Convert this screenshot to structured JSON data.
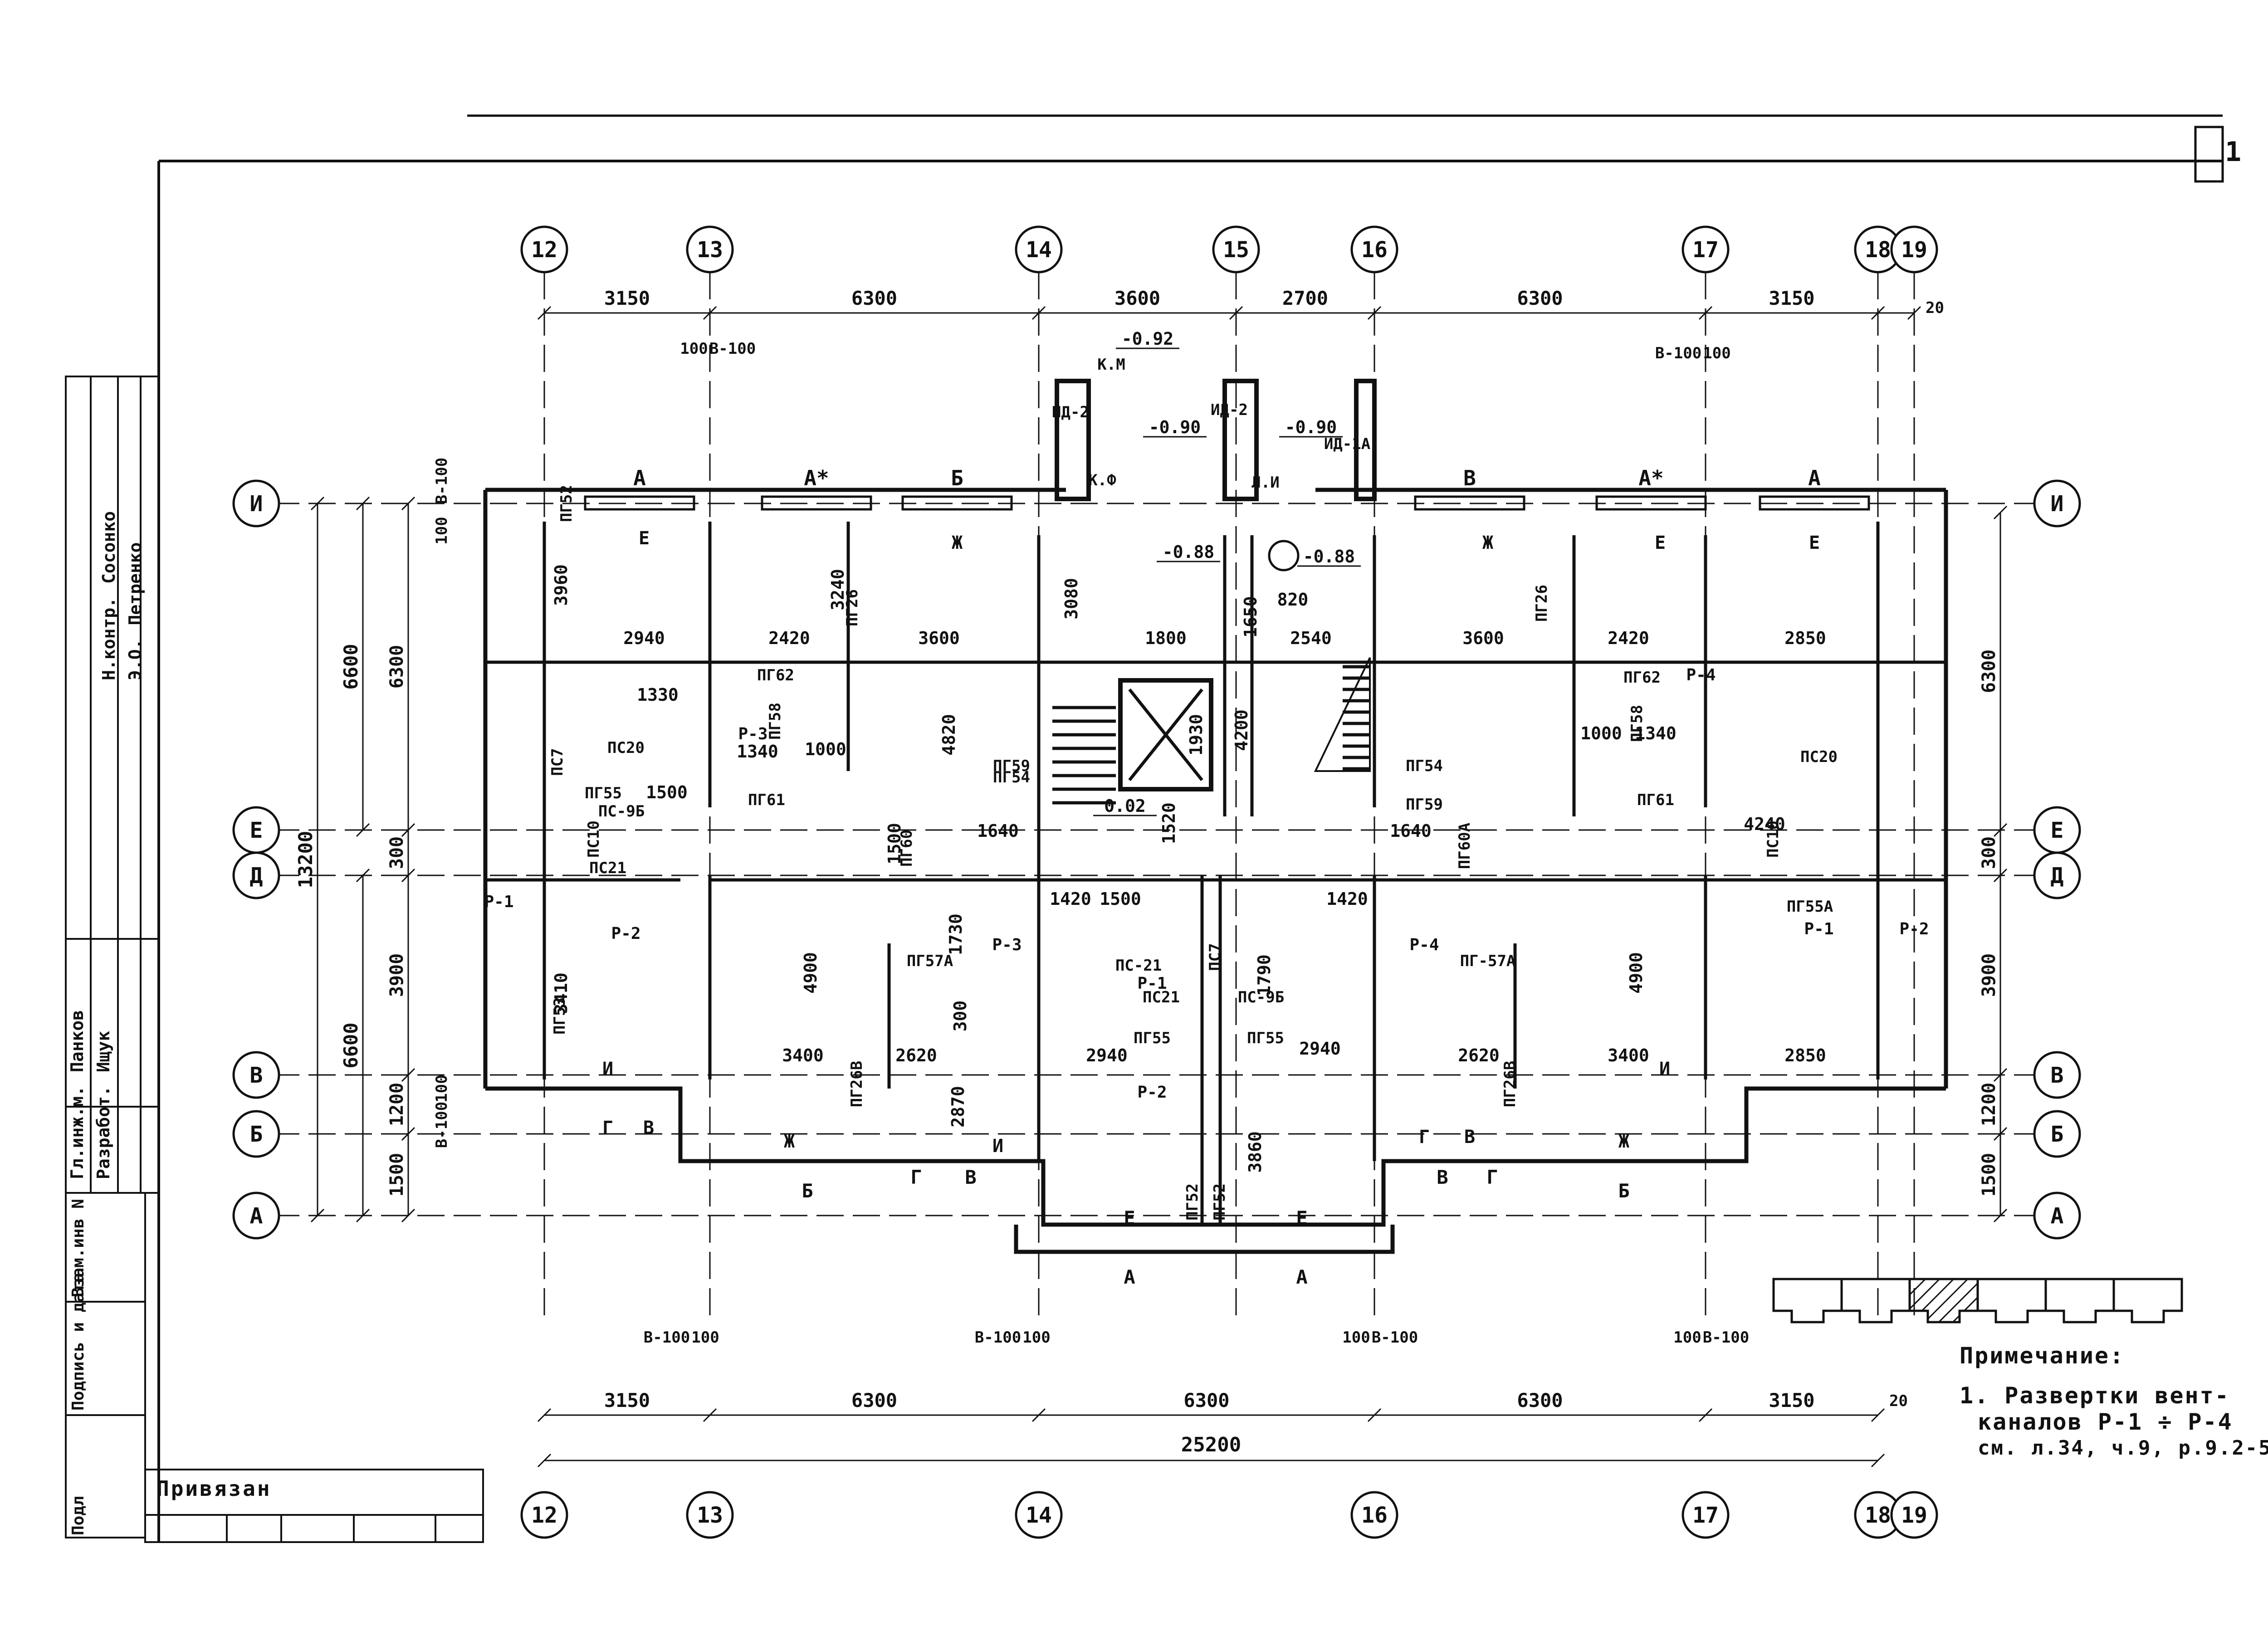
{
  "axes_top": [
    "12",
    "13",
    "14",
    "15",
    "16",
    "17",
    "18",
    "19"
  ],
  "axes_bottom": [
    "12",
    "13",
    "14",
    "16",
    "17",
    "18",
    "19"
  ],
  "axes_left": [
    "И",
    "Е",
    "Д",
    "В",
    "Б",
    "А"
  ],
  "axes_right": [
    "И",
    "Е",
    "Д",
    "В",
    "Б",
    "А"
  ],
  "top_dims": [
    "3150",
    "6300",
    "3600",
    "2700",
    "6300",
    "3150",
    "20"
  ],
  "bottom_dims": [
    "3150",
    "6300",
    "6300",
    "6300",
    "3150",
    "20"
  ],
  "overall_dim": "25200",
  "left_dims": {
    "outer": "13200",
    "upper": "6600",
    "lower": "6600",
    "mid_top": "6300",
    "mid_e": "300",
    "mid_low": "3900",
    "b_band": "1200",
    "a_band": "1500",
    "small_top": "100",
    "small_bottom": "100",
    "v100_top": "В-100",
    "v100_bottom": "В-100"
  },
  "right_dims": [
    "6300",
    "300",
    "3900",
    "1200",
    "1500"
  ],
  "offset_notes": {
    "top_left": [
      "100",
      "В-100"
    ],
    "top_right": [
      "В-100",
      "100"
    ],
    "bot_1": [
      "В-100",
      "100"
    ],
    "bot_2": [
      "В-100",
      "100"
    ],
    "bot_3": [
      "100",
      "В-100"
    ],
    "bot_4": [
      "100",
      "В-100"
    ]
  },
  "level_marks": [
    "-0.92",
    "-0.90",
    "-0.90",
    "-0.88",
    "-0.88",
    "0.02"
  ],
  "windows_top": [
    "А",
    "А*",
    "Б",
    "В",
    "А*",
    "А"
  ],
  "windows_bottom": [
    "Б",
    "Г",
    "В",
    "Е",
    "Е",
    "А",
    "А",
    "В",
    "Г",
    "Б"
  ],
  "room_labels": [
    "Е",
    "Ж",
    "Ж",
    "Е",
    "Е",
    "И",
    "Ж",
    "И",
    "Ж",
    "И",
    "Г",
    "В",
    "Г",
    "В"
  ],
  "panel_labels": [
    "ПГ52",
    "ПГ26",
    "ПГ26",
    "ПГ59",
    "ПГ54",
    "ПГ54",
    "ПГ59",
    "ПГ62",
    "ПГ62",
    "ПГ58",
    "ПГ58",
    "ПГ61",
    "ПГ61",
    "ПГ55",
    "ПГ55А",
    "ПГ57А",
    "ПГ-57А",
    "ПГ53",
    "ПГ26В",
    "ПГ26В",
    "ПГ55",
    "ПГ55",
    "ПГ52",
    "ПГ52",
    "ПС7",
    "ПС7",
    "ПС10",
    "ПС10",
    "ПС20",
    "ПС20",
    "ПС21",
    "ПС21",
    "ПС-9Б",
    "ПС-9Б",
    "ПС-21",
    "ПГ60",
    "ПГ60А",
    "ИД-2",
    "ИД-2",
    "ИД-1А",
    "К.М",
    "К.Ф",
    "Л.И"
  ],
  "vent_labels": [
    "Р-1",
    "Р-2",
    "Р-3",
    "Р-3",
    "Р-4",
    "Р-4",
    "Р-1",
    "Р-2",
    "Р-1",
    "Р-2"
  ],
  "interior_dims": [
    "2940",
    "2420",
    "3600",
    "1800",
    "2540",
    "3600",
    "2420",
    "2850",
    "3400",
    "2620",
    "2940",
    "2940",
    "2620",
    "3400",
    "2850",
    "4820",
    "4200",
    "4900",
    "4900",
    "3960",
    "3240",
    "3080",
    "3410",
    "1500",
    "1500",
    "1640",
    "1640",
    "1420",
    "1500",
    "1420",
    "1520",
    "1790",
    "1730",
    "1930",
    "1340",
    "1340",
    "1330",
    "1000",
    "1000",
    "4240",
    "1650",
    "820",
    "2870",
    "3860",
    "300"
  ],
  "stamp": {
    "rows": [
      {
        "role": "Гл.инж.м.",
        "name": "Панков"
      },
      {
        "role": "Разработ.",
        "name": "Ищук"
      },
      {
        "role": "Н.контр.",
        "name": "Сосонко"
      },
      {
        "role": "Э.О.",
        "name": "Петренко"
      }
    ],
    "side_labels": [
      "Подл",
      "Подпись и дата",
      "Взам.инв N"
    ],
    "privyazan": "Привязан",
    "sheet_no": "1"
  },
  "note": {
    "title": "Примечание:",
    "lines": [
      "1. Развертки вент-",
      "каналов Р-1 ÷ Р-4",
      "см. л.34, ч.9, р.9.2-5"
    ]
  },
  "key_plan": {
    "sections": 6,
    "highlighted": 3
  }
}
